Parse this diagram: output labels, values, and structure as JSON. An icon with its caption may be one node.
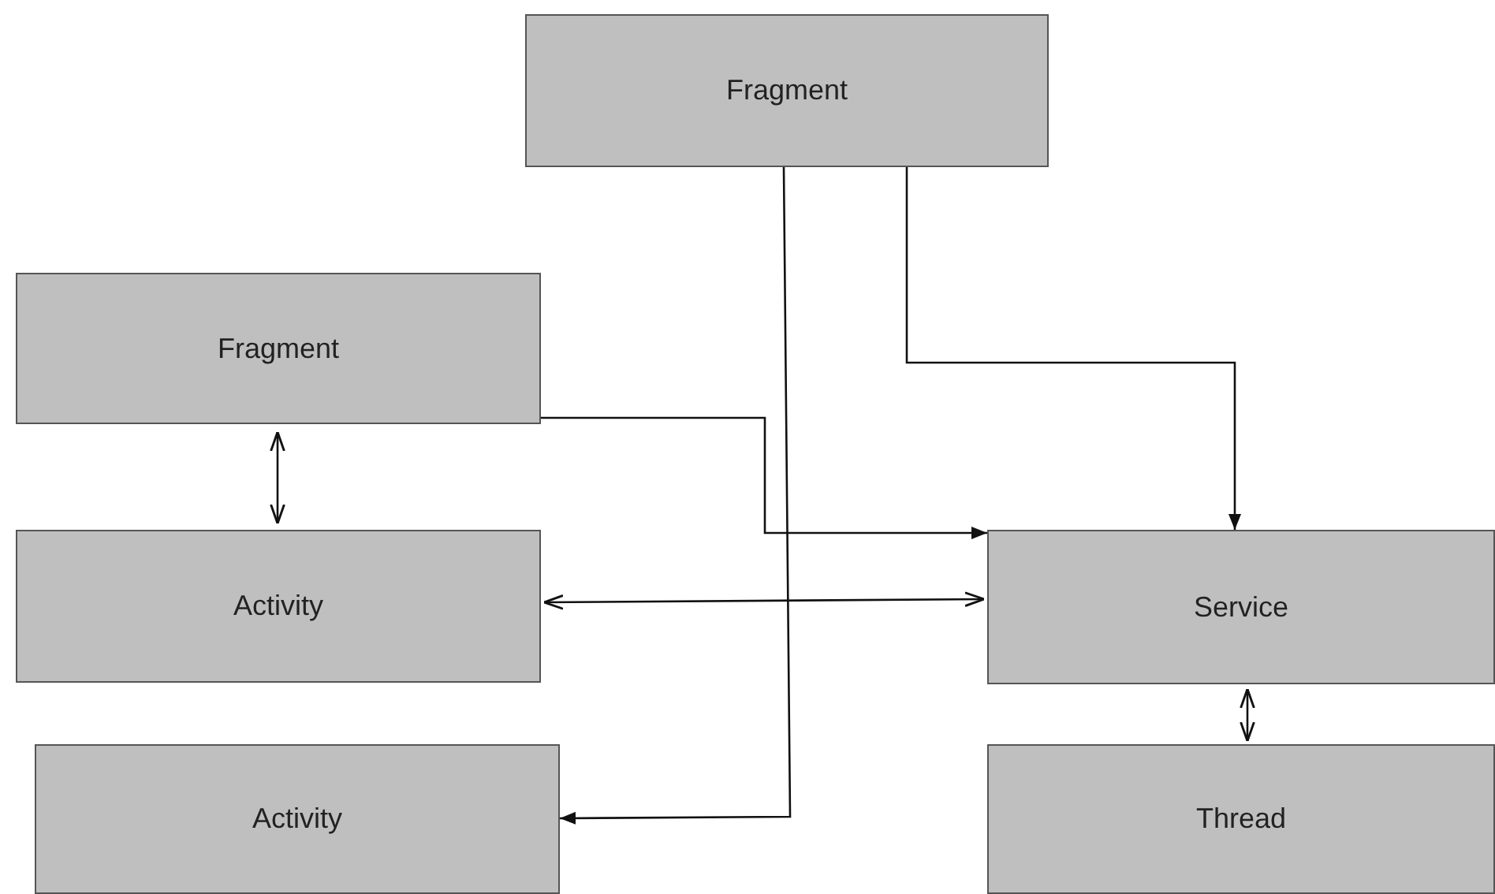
{
  "diagram": {
    "nodes": [
      {
        "text": [
          "Fragment"
        ]
      },
      {
        "text": [
          "Fragment"
        ]
      },
      {
        "text": [
          "Activity"
        ]
      },
      {
        "text": [
          "Activity"
        ]
      },
      {
        "text": [
          "Service"
        ]
      },
      {
        "text": [
          "Thread"
        ]
      }
    ],
    "edges": [
      {
        "from": 0,
        "to": 4,
        "arrow": "to"
      },
      {
        "from": 0,
        "to": 3,
        "arrow": "to"
      },
      {
        "from": 1,
        "to": 4,
        "arrow": "to"
      },
      {
        "from": 1,
        "to": 2,
        "arrow": "both"
      },
      {
        "from": 2,
        "to": 4,
        "arrow": "both"
      },
      {
        "from": 4,
        "to": 5,
        "arrow": "both"
      }
    ]
  }
}
